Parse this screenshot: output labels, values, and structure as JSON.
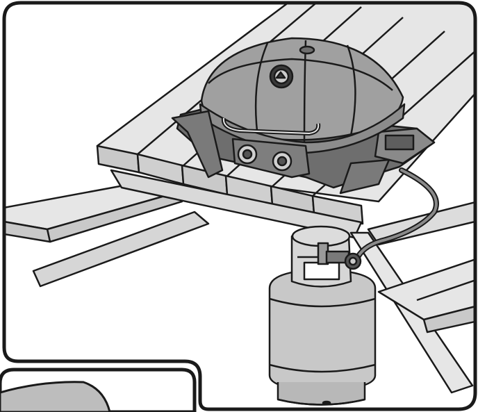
{
  "illustration": {
    "subject": "portable-grill-with-propane-tank-on-picnic-table",
    "colors": {
      "line": "#1a1a1a",
      "wood": "#e6e6e6",
      "wood_shade": "#c9c9c9",
      "grill_body": "#9a9a9a",
      "grill_light": "#b4b4b4",
      "grill_dark": "#5e5e5e",
      "tank": "#c8c8c8",
      "tank_light": "#dcdcdc",
      "hose": "#7a7a7a",
      "background": "#ffffff"
    },
    "icons": {
      "frame": "rounded-frame",
      "inset": "inset-panel",
      "grill": "portable-grill-icon",
      "tank": "propane-tank-icon",
      "hose": "gas-hose-icon",
      "logo": "brand-emblem-icon",
      "knob_left": "control-knob-icon",
      "knob_right": "control-knob-icon"
    }
  }
}
